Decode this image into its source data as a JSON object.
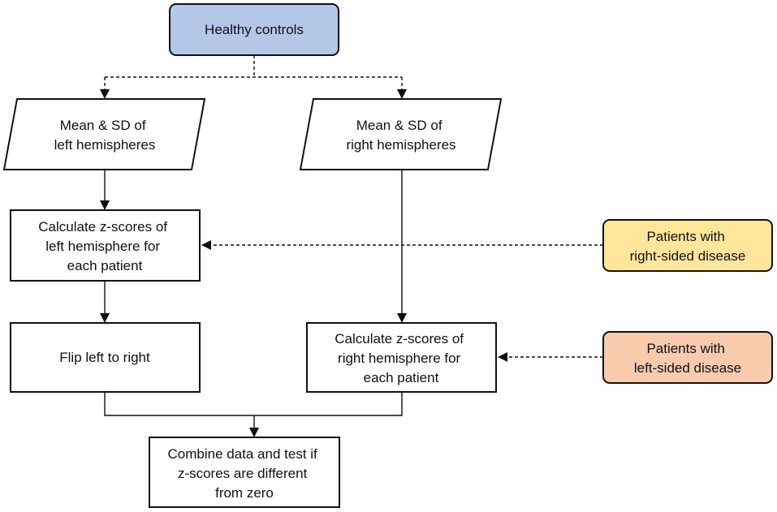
{
  "nodes": {
    "healthy_controls": {
      "lines": [
        "Healthy controls"
      ],
      "fill": "#b4c7e7"
    },
    "mean_sd_left": {
      "lines": [
        "Mean & SD of",
        "left hemispheres"
      ]
    },
    "mean_sd_right": {
      "lines": [
        "Mean & SD of",
        "right hemispheres"
      ]
    },
    "calc_z_left": {
      "lines": [
        "Calculate z-scores of",
        "left hemisphere for",
        "each patient"
      ]
    },
    "patients_right_sided": {
      "lines": [
        "Patients with",
        "right-sided disease"
      ],
      "fill": "#ffe699"
    },
    "flip_left_right": {
      "lines": [
        "Flip left to right"
      ]
    },
    "calc_z_right": {
      "lines": [
        "Calculate z-scores of",
        "right hemisphere for",
        "each patient"
      ]
    },
    "patients_left_sided": {
      "lines": [
        "Patients with",
        "left-sided disease"
      ],
      "fill": "#f8cbad"
    },
    "combine_test": {
      "lines": [
        "Combine data and test if",
        "z-scores are different",
        "from zero"
      ]
    }
  },
  "edges": [
    {
      "from": "healthy_controls",
      "to": "mean_sd_left",
      "style": "dashed"
    },
    {
      "from": "healthy_controls",
      "to": "mean_sd_right",
      "style": "dashed"
    },
    {
      "from": "mean_sd_left",
      "to": "calc_z_left",
      "style": "solid"
    },
    {
      "from": "patients_right_sided",
      "to": "calc_z_left",
      "style": "dashed"
    },
    {
      "from": "calc_z_left",
      "to": "flip_left_right",
      "style": "solid"
    },
    {
      "from": "mean_sd_right",
      "to": "calc_z_right",
      "style": "solid"
    },
    {
      "from": "patients_left_sided",
      "to": "calc_z_right",
      "style": "dashed"
    },
    {
      "from": "flip_left_right",
      "to": "combine_test",
      "style": "solid"
    },
    {
      "from": "calc_z_right",
      "to": "combine_test",
      "style": "solid"
    }
  ],
  "colors": {
    "stroke": "#111111",
    "background": "#ffffff"
  }
}
